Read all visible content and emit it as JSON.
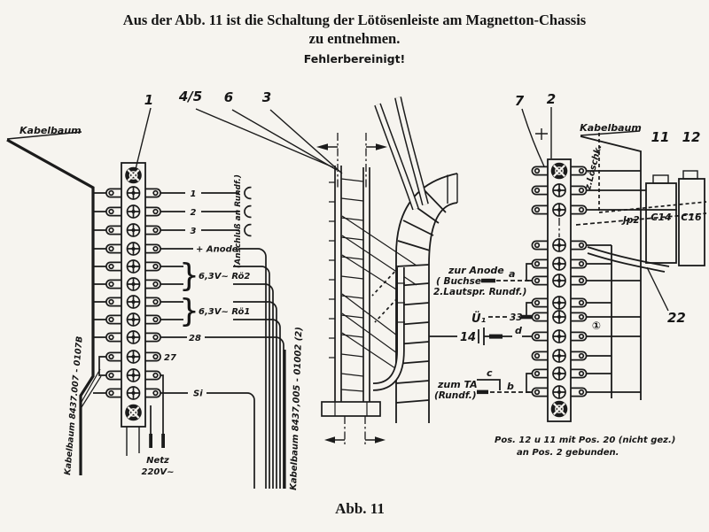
{
  "header": {
    "title_line1": "Aus der Abb. 11 ist die Schaltung der Lötösenleiste am Magnetton-Chassis",
    "title_line2": "zu entnehmen.",
    "subtitle": "Fehlerbereinigt!"
  },
  "caption": "Abb. 11",
  "colors": {
    "ink": "#1b1b1b",
    "paper": "#f6f4ef"
  },
  "left": {
    "kabelbaum": "Kabelbaum",
    "callout_1": "1",
    "callout_45": "4/5",
    "callout_6": "6",
    "callout_3": "3",
    "pin1": "1",
    "pin2": "2",
    "pin3": "3",
    "anode": "+ Anode",
    "roe2": "6,3V~ Rö2",
    "roe1": "6,3V~ Rö1",
    "pin28": "28",
    "pin27": "27",
    "si": "Si",
    "brace": "}",
    "anschluss": "(Anschluß an Rundf.)",
    "harness_bottom": "Kabelbaum 8437.007 - 0107B",
    "harness_right": "Kabelbaum 8437,005 - 01002 (2)",
    "netz1": "Netz",
    "netz2": "220V~"
  },
  "right": {
    "callout_7": "7",
    "callout_2": "2",
    "kabelbaum": "Kabelbaum",
    "callout_11": "11",
    "callout_12": "12",
    "callout_22": "22",
    "z_loeschk": "z.Löschk.",
    "jp2": "Jp2",
    "c14": "C14",
    "c16": "C16",
    "circle_mark": "①",
    "zur_anode_1": "zur Anode",
    "zur_anode_2": "( Buchse",
    "zur_anode_3": "2.Lautspr. Rundf.)",
    "wire_a": "a",
    "wire_b": "b",
    "wire_c": "c",
    "wire_d": "d",
    "ue1": "Ü₁",
    "n33": "33",
    "n14": "14",
    "zum_ta_1": "zum TA",
    "zum_ta_2": "(Rundf.)",
    "note_1": "Pos. 12 u 11 mit Pos. 20 (nicht gez.)",
    "note_2": "an Pos. 2 gebunden."
  }
}
